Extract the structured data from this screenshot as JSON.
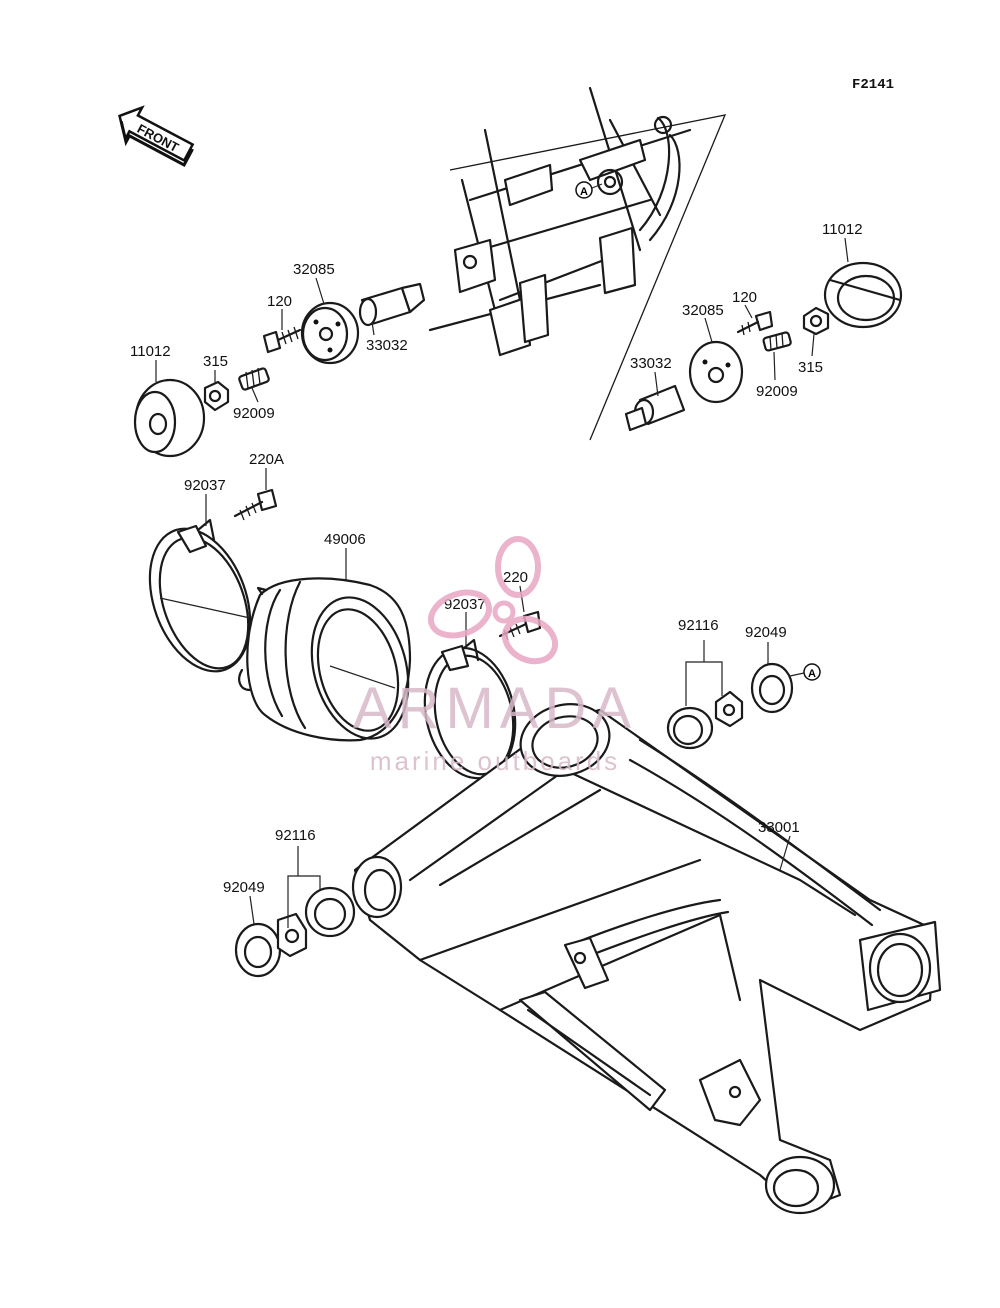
{
  "figure_id": "F2141",
  "front_label": "FRONT",
  "reference_mark": "A",
  "watermark": {
    "brand": "ARMADA",
    "tagline": "marine outboards",
    "brand_color": "#d9b9c9",
    "logo_color": "#e8a8c4"
  },
  "parts": [
    {
      "id": "p-11012-left",
      "number": "11012"
    },
    {
      "id": "p-315-left",
      "number": "315"
    },
    {
      "id": "p-92009-left",
      "number": "92009"
    },
    {
      "id": "p-120-left",
      "number": "120"
    },
    {
      "id": "p-32085-left",
      "number": "32085"
    },
    {
      "id": "p-33032-left",
      "number": "33032"
    },
    {
      "id": "p-11012-right",
      "number": "11012"
    },
    {
      "id": "p-120-right",
      "number": "120"
    },
    {
      "id": "p-32085-right",
      "number": "32085"
    },
    {
      "id": "p-33032-right",
      "number": "33032"
    },
    {
      "id": "p-315-right",
      "number": "315"
    },
    {
      "id": "p-92009-right",
      "number": "92009"
    },
    {
      "id": "p-220A",
      "number": "220A"
    },
    {
      "id": "p-92037-left",
      "number": "92037"
    },
    {
      "id": "p-49006",
      "number": "49006"
    },
    {
      "id": "p-220",
      "number": "220"
    },
    {
      "id": "p-92037-right",
      "number": "92037"
    },
    {
      "id": "p-92116-right",
      "number": "92116"
    },
    {
      "id": "p-92049-right",
      "number": "92049"
    },
    {
      "id": "p-33001",
      "number": "33001"
    },
    {
      "id": "p-92116-left",
      "number": "92116"
    },
    {
      "id": "p-92049-left",
      "number": "92049"
    }
  ]
}
